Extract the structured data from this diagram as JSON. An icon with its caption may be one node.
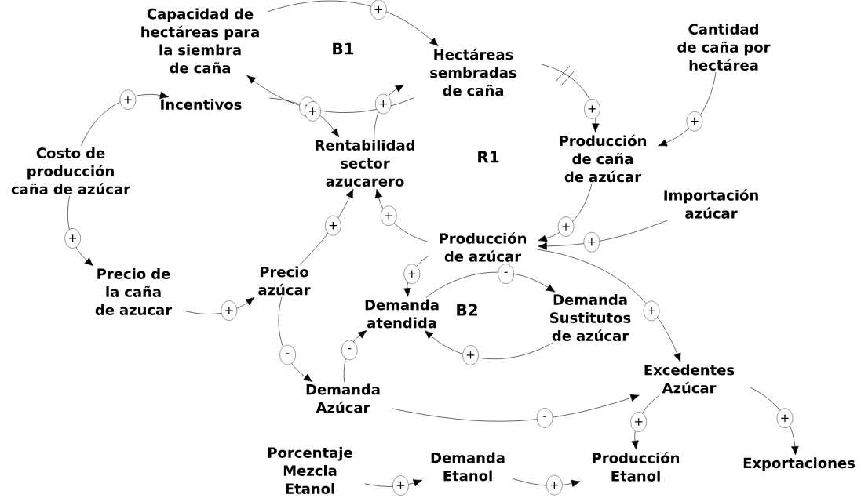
{
  "diagram": {
    "nodes": [
      {
        "text": [
          "Capacidad de hectáreas para la siembra de caña"
        ]
      },
      {
        "text": [
          "Hectáreas sembradas de caña"
        ]
      },
      {
        "text": [
          "Cantidad de caña por hectárea"
        ]
      },
      {
        "text": [
          "Incentivos"
        ]
      },
      {
        "text": [
          "Rentabilidad sector azucarero"
        ]
      },
      {
        "text": [
          "Costo de producción caña de azúcar"
        ]
      },
      {
        "text": [
          "Producción de caña de azúcar"
        ]
      },
      {
        "text": [
          "Importación azúcar"
        ]
      },
      {
        "text": [
          "Producción de azúcar"
        ]
      },
      {
        "text": [
          "Precio de la caña de azucar"
        ]
      },
      {
        "text": [
          "Precio azúcar"
        ]
      },
      {
        "text": [
          "Demanda atendida"
        ]
      },
      {
        "text": [
          "Demanda Sustitutos de azúcar"
        ]
      },
      {
        "text": [
          "Demanda Azúcar"
        ]
      },
      {
        "text": [
          "Excedentes Azúcar"
        ]
      },
      {
        "text": [
          "Porcentaje Mezcla Etanol"
        ]
      },
      {
        "text": [
          "Demanda Etanol"
        ]
      },
      {
        "text": [
          "Producción Etanol"
        ]
      },
      {
        "text": [
          "Exportaciones"
        ]
      }
    ],
    "edges": [
      {
        "from": 0,
        "to": 1,
        "arrow": "to",
        "label": "+"
      },
      {
        "from": 1,
        "to": 0,
        "arrow": "to",
        "label": "-"
      },
      {
        "from": 1,
        "to": 6,
        "arrow": "to",
        "label": "+"
      },
      {
        "from": 2,
        "to": 6,
        "arrow": "to",
        "label": "+"
      },
      {
        "from": 5,
        "to": 3,
        "arrow": "to",
        "label": "+"
      },
      {
        "from": 3,
        "to": 4,
        "arrow": "to",
        "label": "+"
      },
      {
        "from": 4,
        "to": 1,
        "arrow": "to",
        "label": "+"
      },
      {
        "from": 5,
        "to": 9,
        "arrow": "to",
        "label": "+"
      },
      {
        "from": 9,
        "to": 10,
        "arrow": "to",
        "label": "+"
      },
      {
        "from": 10,
        "to": 4,
        "arrow": "to",
        "label": "+"
      },
      {
        "from": 8,
        "to": 4,
        "arrow": "to",
        "label": "+"
      },
      {
        "from": 6,
        "to": 8,
        "arrow": "to",
        "label": "+"
      },
      {
        "from": 7,
        "to": 8,
        "arrow": "to",
        "label": "+"
      },
      {
        "from": 8,
        "to": 11,
        "arrow": "to",
        "label": "+"
      },
      {
        "from": 8,
        "to": 14,
        "arrow": "to",
        "label": "+"
      },
      {
        "from": 11,
        "to": 12,
        "arrow": "to",
        "label": "-"
      },
      {
        "from": 12,
        "to": 11,
        "arrow": "to",
        "label": "+"
      },
      {
        "from": 10,
        "to": 13,
        "arrow": "to",
        "label": "-"
      },
      {
        "from": 13,
        "to": 11,
        "arrow": "to",
        "label": "-"
      },
      {
        "from": 13,
        "to": 14,
        "arrow": "to",
        "label": "-"
      },
      {
        "from": 14,
        "to": 17,
        "arrow": "to",
        "label": "+"
      },
      {
        "from": 14,
        "to": 18,
        "arrow": "to",
        "label": "+"
      },
      {
        "from": 15,
        "to": 16,
        "arrow": "to",
        "label": "+"
      },
      {
        "from": 16,
        "to": 17,
        "arrow": "to",
        "label": "+"
      }
    ],
    "labels": [
      "B1",
      "R1",
      "B2"
    ]
  }
}
